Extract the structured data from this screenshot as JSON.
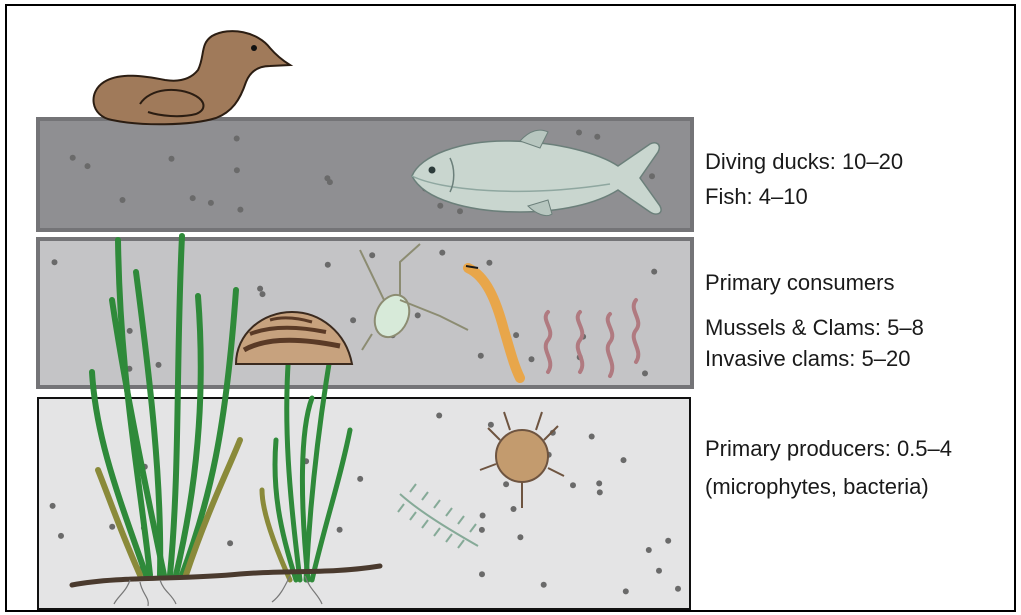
{
  "labels": {
    "top": [
      "Diving ducks: 10–20",
      "Fish: 4–10"
    ],
    "middle_heading": "Primary consumers",
    "middle": [
      "Mussels & Clams: 5–8",
      "Invasive clams: 5–20"
    ],
    "bottom": [
      "Primary producers: 0.5–4",
      "(microphytes, bacteria)"
    ]
  },
  "colors": {
    "top_band": "#8f8f92",
    "middle_band": "#c4c4c6",
    "bottom_band": "#e4e4e5",
    "band_border": "#747477",
    "speckle": "#6a6a6a",
    "seagrass": "#2f8a3a",
    "duck": "#a07a5a"
  }
}
